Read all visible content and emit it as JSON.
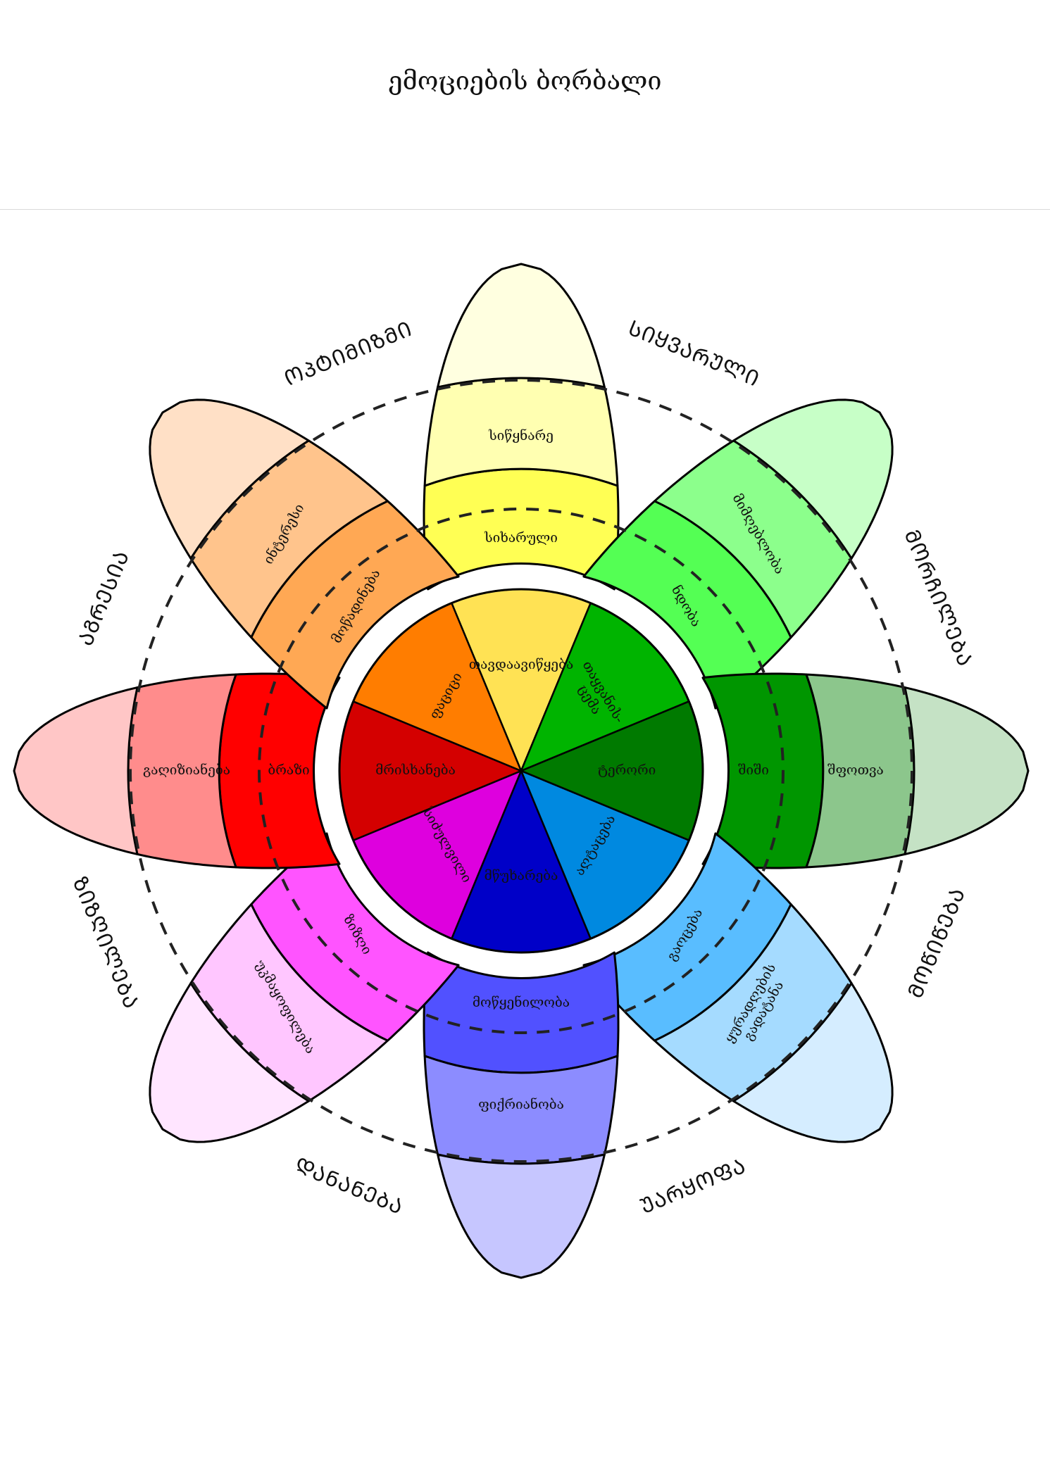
{
  "title": "ემოციების ბორბალი",
  "wheel": {
    "petals": [
      {
        "emotion": "joy",
        "colors": [
          "#ffe254",
          "#ffff54",
          "#ffffb1",
          "#ffffe0"
        ],
        "labels": [
          "თავდაავიწყება",
          "სიხარული",
          "სიწყნარე"
        ]
      },
      {
        "emotion": "trust",
        "colors": [
          "#00b400",
          "#54ff54",
          "#8cff8c",
          "#c7ffc7"
        ],
        "labels": [
          "თაყვანის-\nცემა",
          "ნდობა",
          "მიმღებლობა"
        ]
      },
      {
        "emotion": "fear",
        "colors": [
          "#007a00",
          "#009600",
          "#8cc68c",
          "#c5e2c5"
        ],
        "labels": [
          "ტერორი",
          "შიში",
          "შფოთვა"
        ]
      },
      {
        "emotion": "surprise",
        "colors": [
          "#0089e0",
          "#59bdff",
          "#a5dbff",
          "#d5edff"
        ],
        "labels": [
          "აღტაცება",
          "გაოცება",
          "ყურადღების\nგადატანა"
        ]
      },
      {
        "emotion": "sadness",
        "colors": [
          "#0000c8",
          "#5151ff",
          "#8c8cff",
          "#c6c6ff"
        ],
        "labels": [
          "მწუხარება",
          "მოწყენილობა",
          "ფიქრიანობა"
        ]
      },
      {
        "emotion": "disgust",
        "colors": [
          "#de00de",
          "#ff54ff",
          "#ffc6ff",
          "#ffe5ff"
        ],
        "labels": [
          "სიძულვილი",
          "ზიზღი",
          "უკმაყოფილება"
        ]
      },
      {
        "emotion": "anger",
        "colors": [
          "#d40000",
          "#ff0000",
          "#ff8c8c",
          "#ffc6c6"
        ],
        "labels": [
          "მრისხანება",
          "ბრაზი",
          "გაღიზიანება"
        ]
      },
      {
        "emotion": "anticipation",
        "colors": [
          "#ff7d00",
          "#ffa854",
          "#ffc48c",
          "#ffe0c6"
        ],
        "labels": [
          "ფაციცი",
          "მოწადინება",
          "ინტერესი"
        ]
      }
    ],
    "dyads": [
      {
        "label": "ᲡᲘᲧᲕᲐᲠᲣᲚᲘ"
      },
      {
        "label": "ᲛᲝᲠᲩᲘᲚᲔᲑᲐ"
      },
      {
        "label": "ᲛᲝᲬᲘᲬᲔᲑᲐ"
      },
      {
        "label": "ᲣᲐᲠᲧᲝᲤᲐ"
      },
      {
        "label": "ᲓᲐᲜᲐᲜᲔᲑᲐ"
      },
      {
        "label": "ᲖᲘᲖᲦᲘᲚᲔᲑᲐ"
      },
      {
        "label": "ᲐᲒᲠᲔᲡᲘᲐ"
      },
      {
        "label": "ᲝᲞᲢᲘᲛᲘᲖᲛᲘ"
      }
    ]
  }
}
